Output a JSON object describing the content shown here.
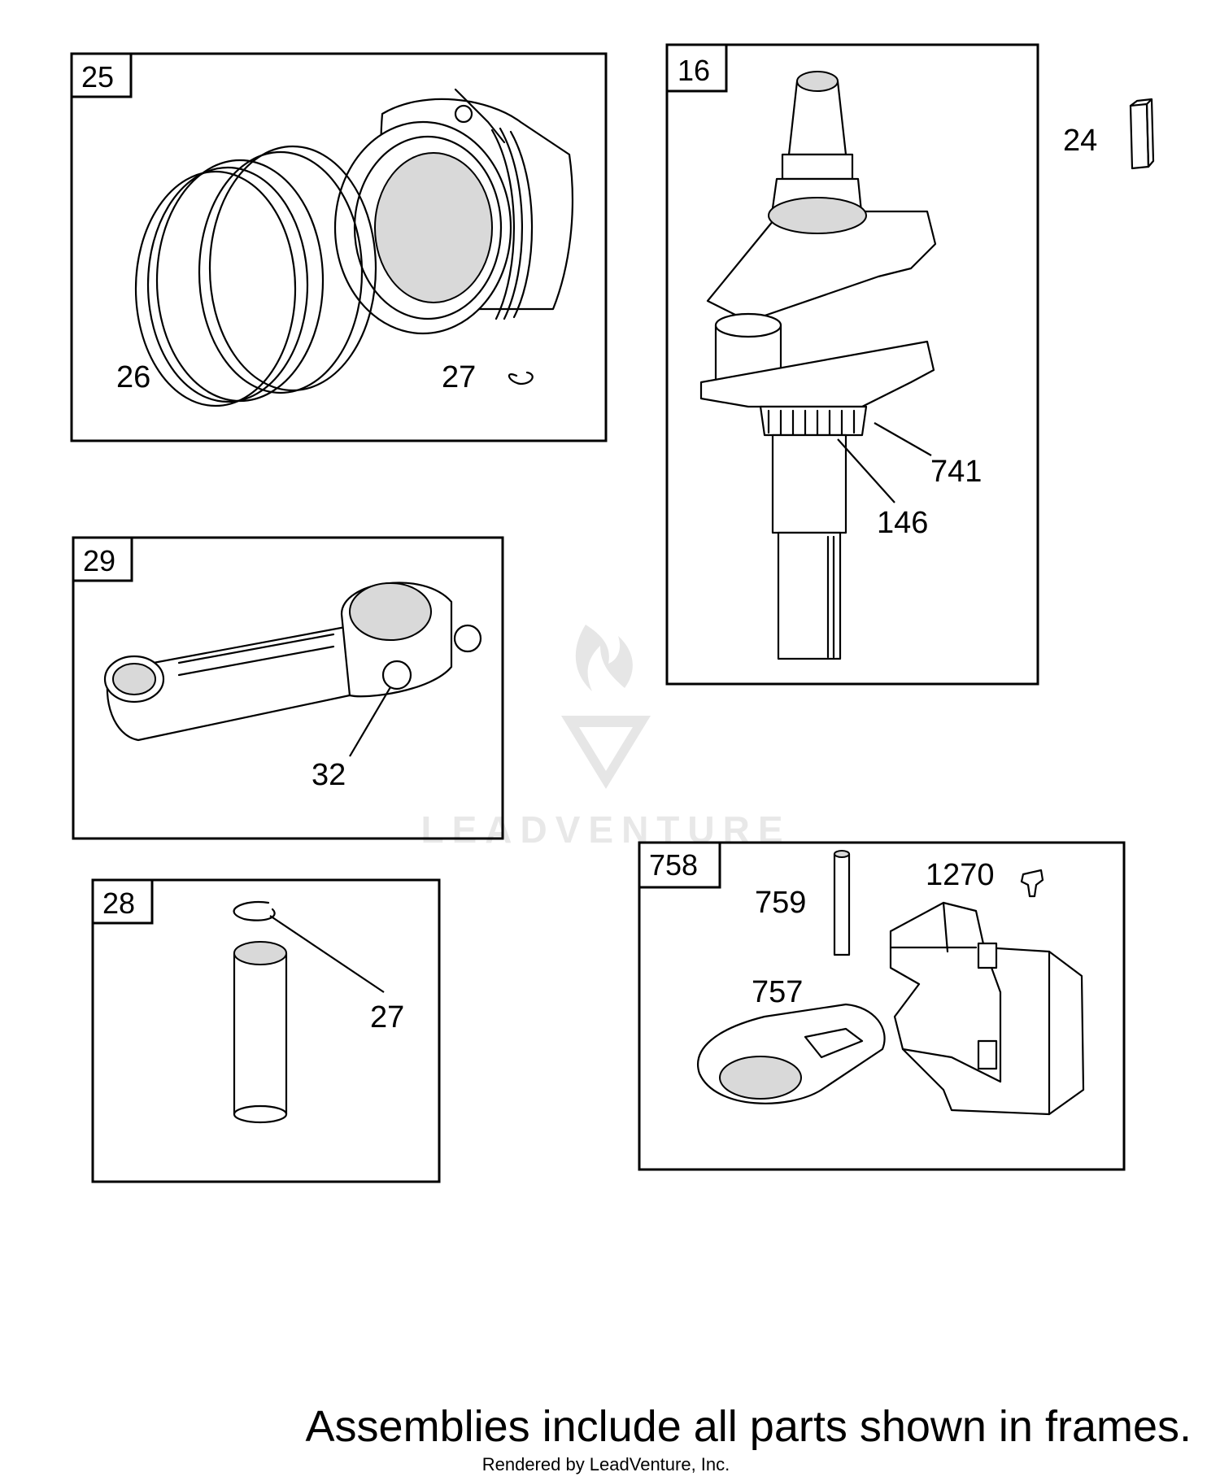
{
  "frames": {
    "piston": {
      "id": "25"
    },
    "crankshaft": {
      "id": "16"
    },
    "connecting_rod": {
      "id": "29"
    },
    "piston_pin": {
      "id": "28"
    },
    "governor": {
      "id": "758"
    }
  },
  "callouts": {
    "rings": "26",
    "retainer_top": "27",
    "crank_key": "24",
    "gear_741": "741",
    "gear_146": "146",
    "rod_bolt": "32",
    "pin_retainer": "27",
    "gov_shaft": "759",
    "gov_screw": "1270",
    "gov_gear": "757"
  },
  "watermark": {
    "text": "LEADVENTURE"
  },
  "footer": {
    "note": "Assemblies include all parts shown in frames.",
    "credit": "Rendered by LeadVenture, Inc."
  }
}
